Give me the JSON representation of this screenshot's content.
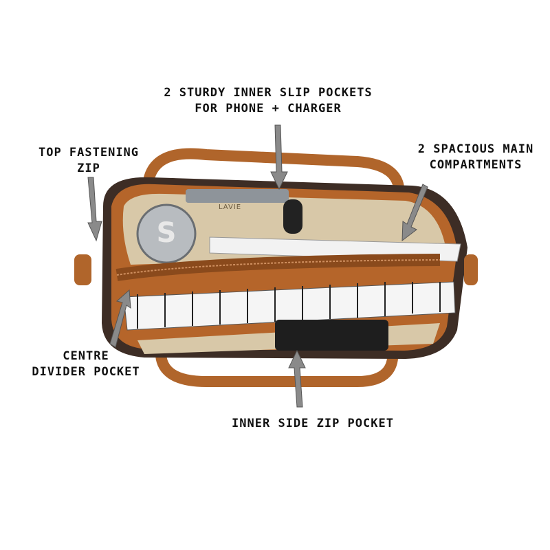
{
  "annotations": {
    "slip_pockets": {
      "line1": "2 STURDY INNER SLIP POCKETS",
      "line2": "FOR PHONE + CHARGER"
    },
    "top_zip": {
      "line1": "TOP FASTENING",
      "line2": "ZIP"
    },
    "main_compartments": {
      "line1": "2 SPACIOUS MAIN",
      "line2": "COMPARTMENTS"
    },
    "divider_pocket": {
      "line1": "CENTRE",
      "line2": "DIVIDER POCKET"
    },
    "side_zip": {
      "line1": "INNER SIDE ZIP POCKET"
    }
  },
  "brand_text": "LAVIE",
  "colors": {
    "tan": "#b5652a",
    "lining": "#d8c8a8",
    "dark_brown": "#3a2a22",
    "arrow": "#8a8a8a"
  }
}
